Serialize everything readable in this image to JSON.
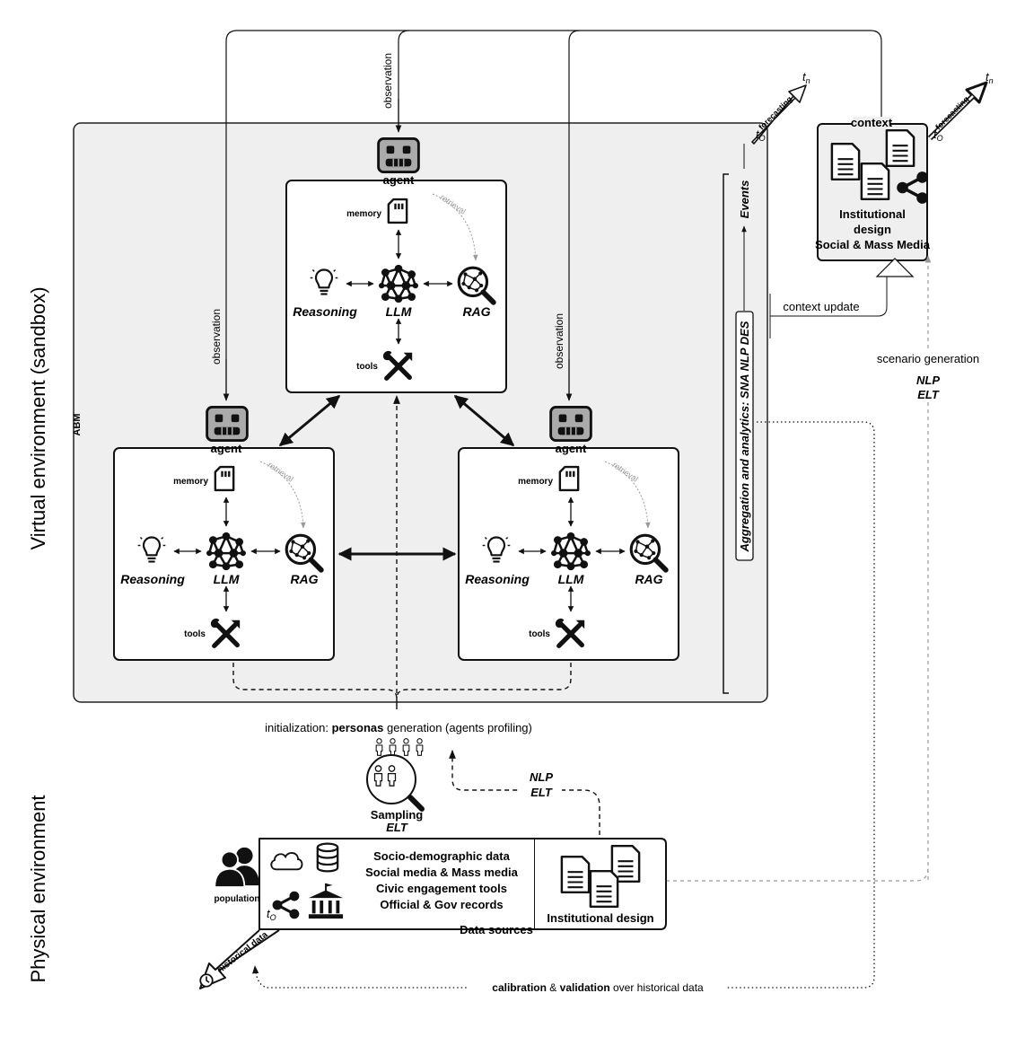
{
  "side_labels": {
    "virtual": "Virtual environment (sandbox)",
    "physical": "Physical environment",
    "abm": "ABM"
  },
  "agent": {
    "label": "agent",
    "memory": "memory",
    "retrieval": "retrieval",
    "reasoning": "Reasoning",
    "llm": "LLM",
    "rag": "RAG",
    "tools": "tools",
    "observation": "observation"
  },
  "analytics": {
    "label": "Aggregation and analytics: SNA  NLP  DES",
    "events": "Events",
    "forecasting": "forecasting",
    "t0": "t",
    "t0_sub": "O",
    "tn": "t",
    "tn_sub": "n"
  },
  "context": {
    "title": "context",
    "line1": "Institutional",
    "line2": "design",
    "line3": "Social & Mass Media",
    "update": "context update"
  },
  "scenario": {
    "label": "scenario generation",
    "nlp": "NLP",
    "elt": "ELT"
  },
  "initialization": {
    "prefix": "initialization: ",
    "bold": "personas",
    "suffix": " generation (agents profiling)"
  },
  "sampling": {
    "title": "Sampling",
    "sub": "ELT",
    "nlp": "NLP",
    "elt": "ELT"
  },
  "data_sources": {
    "items": [
      "Socio-demographic data",
      "Social media & Mass media",
      "Civic engagement tools",
      "Official & Gov records"
    ],
    "title": "Data sources",
    "population": "population",
    "institutional": "Institutional design",
    "historical": "historical data",
    "t0": "t",
    "t0_sub": "O"
  },
  "calibration": {
    "b1": "calibration",
    "mid": " & ",
    "b2": "validation",
    "rest": " over historical data"
  }
}
